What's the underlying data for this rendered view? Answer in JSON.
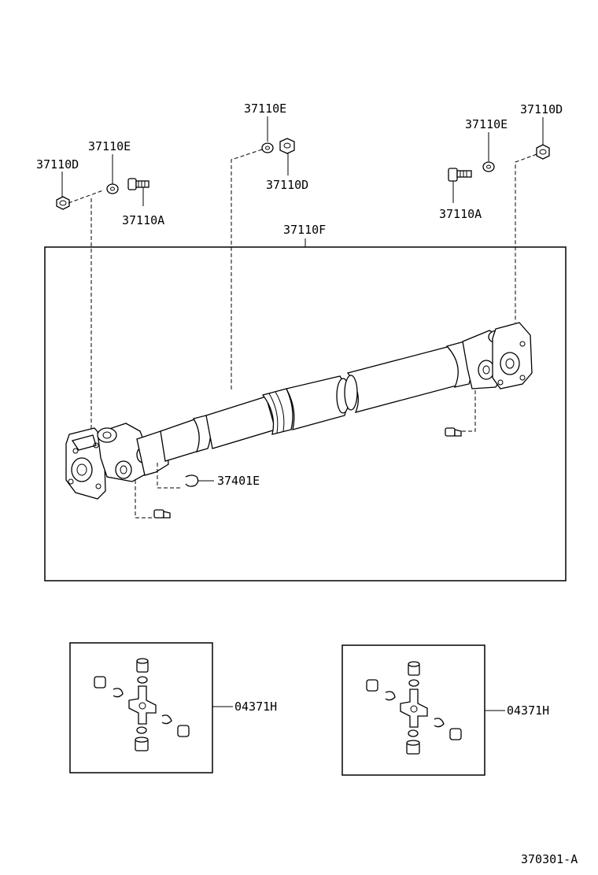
{
  "labels": {
    "nut_left": "37110D",
    "washer_left": "37110E",
    "bolt_left": "37110A",
    "washer_mid": "37110E",
    "nut_mid": "37110D",
    "washer_right": "37110E",
    "nut_right": "37110D",
    "bolt_right": "37110A",
    "shaft_assembly": "37110F",
    "snap_ring": "37401E",
    "spider_kit_left": "04371H",
    "spider_kit_right": "04371H",
    "figure_code": "370301-A"
  }
}
